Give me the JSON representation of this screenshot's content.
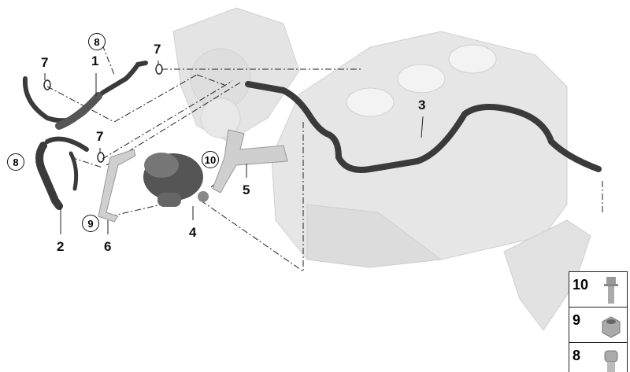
{
  "callouts": {
    "hose_1": "1",
    "hose_2": "2",
    "hose_3": "3",
    "pump_4": "4",
    "bracket_5": "5",
    "bracket_6": "6",
    "oring_7a": "7",
    "oring_7b": "7",
    "oring_7c": "7",
    "screw_8a": "8",
    "screw_8b": "8",
    "nut_9": "9",
    "bolt_10": "10"
  },
  "legend": [
    {
      "number": "10",
      "icon": "flange-bolt-icon"
    },
    {
      "number": "9",
      "icon": "hex-nut-icon"
    },
    {
      "number": "8",
      "icon": "socket-screw-icon"
    }
  ]
}
